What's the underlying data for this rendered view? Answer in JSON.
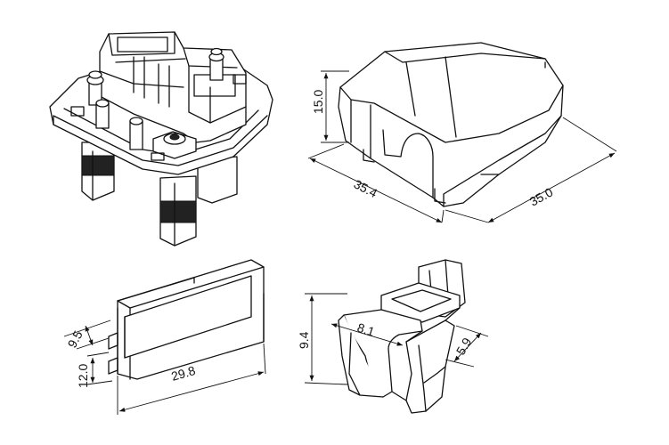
{
  "dimensions": {
    "cover_height": "15.0",
    "cover_length": "35.4",
    "cover_width": "35.0",
    "strip_depth": "9.5",
    "strip_height": "12.0",
    "strip_length": "29.8",
    "clip_height": "9.4",
    "clip_inner_width": "8.1",
    "clip_depth": "5.9"
  }
}
